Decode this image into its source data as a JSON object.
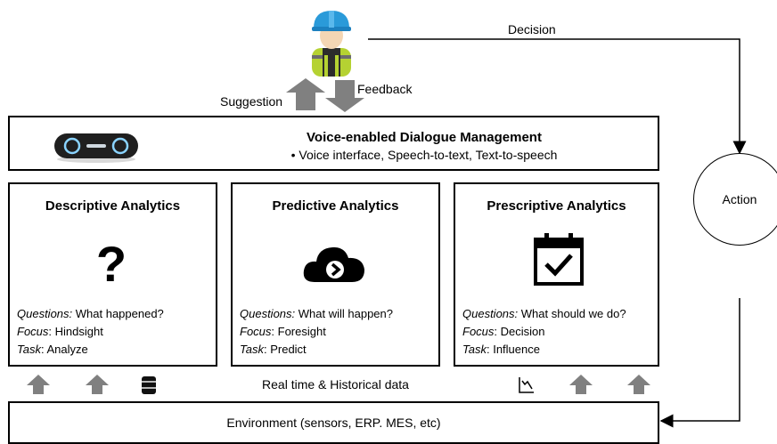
{
  "top": {
    "decision_label": "Decision",
    "suggestion_label": "Suggestion",
    "feedback_label": "Feedback"
  },
  "dialogue": {
    "title": "Voice-enabled Dialogue Management",
    "subtitle": "• Voice interface, Speech-to-text, Text-to-speech"
  },
  "action_label": "Action",
  "analytics": [
    {
      "title": "Descriptive Analytics",
      "icon": "question-mark-icon",
      "questions_key": "Questions:",
      "questions": " What happened?",
      "focus_key": "Focus",
      "focus": ": Hindsight",
      "task_key": "Task",
      "task": ": Analyze"
    },
    {
      "title": "Predictive Analytics",
      "icon": "cloud-arrow-icon",
      "questions_key": "Questions:",
      "questions": " What will happen?",
      "focus_key": "Focus",
      "focus": ": Foresight",
      "task_key": "Task",
      "task": ": Predict"
    },
    {
      "title": "Prescriptive Analytics",
      "icon": "calendar-check-icon",
      "questions_key": "Questions:",
      "questions": " What should we do?",
      "focus_key": "Focus",
      "focus": ": Decision",
      "task_key": "Task",
      "task": ": Influence"
    }
  ],
  "data_label": "Real time & Historical data",
  "environment_label": "Environment (sensors, ERP. MES, etc)"
}
